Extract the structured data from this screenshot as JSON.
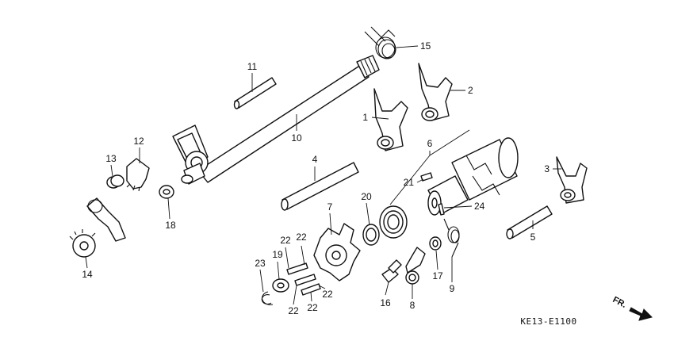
{
  "diagram": {
    "code": "KE13-E1100",
    "direction_label": "FR.",
    "callouts": [
      "1",
      "2",
      "3",
      "4",
      "5",
      "6",
      "7",
      "8",
      "9",
      "10",
      "11",
      "12",
      "13",
      "14",
      "15",
      "16",
      "17",
      "18",
      "19",
      "20",
      "21",
      "22",
      "22",
      "22",
      "22",
      "22",
      "23",
      "24"
    ]
  }
}
